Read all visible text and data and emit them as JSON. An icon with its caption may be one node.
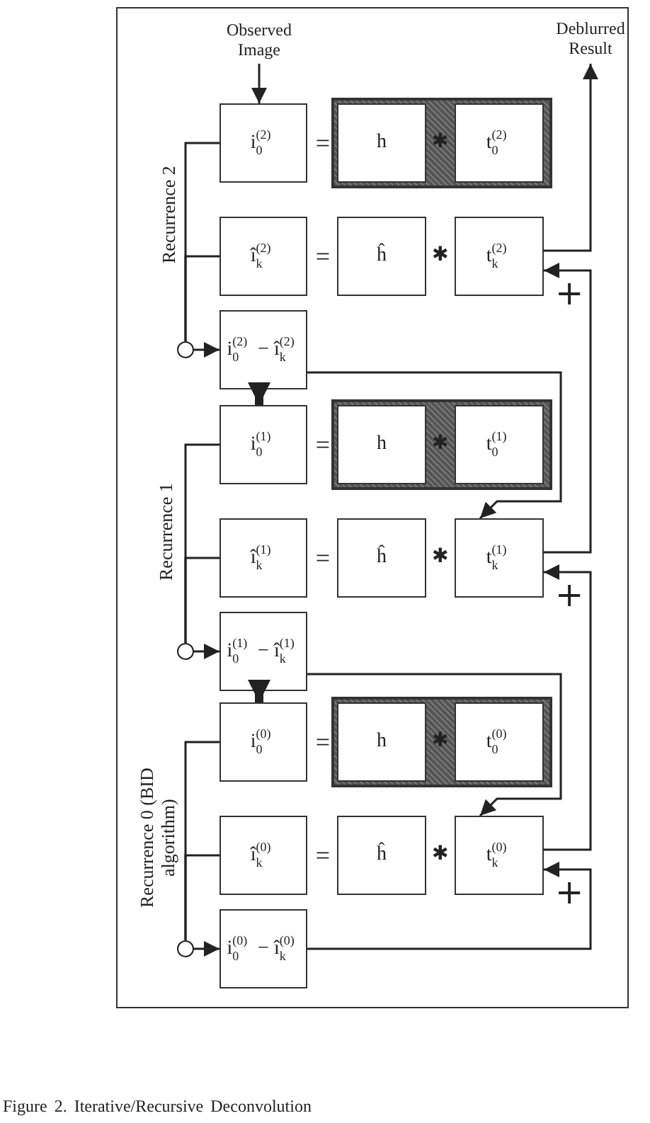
{
  "diagram": {
    "caption": "Figure 2. Iterative/Recursive Deconvolution",
    "nodes": [
      {
        "text": [
          "Observed Image"
        ]
      },
      {
        "text": [
          "Deblurred Result"
        ]
      },
      {
        "text": [],
        "shape": "box"
      },
      {
        "text": [
          "i$^{(2)}$$_{0}$"
        ]
      },
      {
        "text": [
          "h"
        ],
        "in": 2
      },
      {
        "text": [
          "t$^{(2)}$$_{0}$"
        ],
        "in": 2
      },
      {
        "text": [
          "î$^{(2)}$$_{k}$"
        ]
      },
      {
        "text": [
          "ĥ"
        ]
      },
      {
        "text": [
          "t$^{(2)}$$_{k}$"
        ]
      },
      {
        "text": [],
        "shape": "circle"
      },
      {
        "text": [
          "i$^{(2)}$$_{0}$ − î$^{(2)}$$_{k}$"
        ]
      },
      {
        "text": [],
        "shape": "box"
      },
      {
        "text": [
          "i$^{(1)}$$_{0}$"
        ]
      },
      {
        "text": [
          "h"
        ],
        "in": 11
      },
      {
        "text": [
          "t$^{(1)}$$_{0}$"
        ],
        "in": 11
      },
      {
        "text": [
          "î$^{(1)}$$_{k}$"
        ]
      },
      {
        "text": [
          "ĥ"
        ]
      },
      {
        "text": [
          "t$^{(1)}$$_{k}$"
        ]
      },
      {
        "text": [],
        "shape": "circle"
      },
      {
        "text": [
          "i$^{(1)}$$_{0}$ − î$^{(1)}$$_{k}$"
        ]
      },
      {
        "text": [],
        "shape": "box"
      },
      {
        "text": [
          "i$^{(0)}$$_{0}$"
        ]
      },
      {
        "text": [
          "h"
        ],
        "in": 20
      },
      {
        "text": [
          "t$^{(0)}$$_{0}$"
        ],
        "in": 20
      },
      {
        "text": [
          "î$^{(0)}$$_{k}$"
        ]
      },
      {
        "text": [
          "ĥ"
        ]
      },
      {
        "text": [
          "t$^{(0)}$$_{k}$"
        ]
      },
      {
        "text": [],
        "shape": "circle"
      },
      {
        "text": [
          "i$^{(0)}$$_{0}$ − î$^{(0)}$$_{k}$"
        ]
      }
    ],
    "edges": [
      {
        "from": 0,
        "to": 3,
        "arrow": "to"
      },
      {
        "from": 8,
        "to": 1,
        "arrow": "to"
      },
      {
        "from": 3,
        "to": 9,
        "arrow": "none"
      },
      {
        "from": 6,
        "to": 9,
        "arrow": "none"
      },
      {
        "from": 9,
        "to": 10,
        "arrow": "to"
      },
      {
        "from": 10,
        "to": 12,
        "arrow": "to",
        "style": "thick"
      },
      {
        "from": 10,
        "to": 17,
        "arrow": "to"
      },
      {
        "from": 17,
        "to": 8,
        "arrow": "to"
      },
      {
        "from": 12,
        "to": 18,
        "arrow": "none"
      },
      {
        "from": 15,
        "to": 18,
        "arrow": "none"
      },
      {
        "from": 18,
        "to": 19,
        "arrow": "to"
      },
      {
        "from": 19,
        "to": 21,
        "arrow": "to",
        "style": "thick"
      },
      {
        "from": 19,
        "to": 26,
        "arrow": "to"
      },
      {
        "from": 26,
        "to": 17,
        "arrow": "to"
      },
      {
        "from": 21,
        "to": 27,
        "arrow": "none"
      },
      {
        "from": 24,
        "to": 27,
        "arrow": "none"
      },
      {
        "from": 27,
        "to": 28,
        "arrow": "to"
      },
      {
        "from": 28,
        "to": 26,
        "arrow": "to"
      }
    ],
    "labels": [
      "Recurrence 2",
      "=",
      "✱",
      "=",
      "✱",
      "+",
      "Recurrence 1",
      "=",
      "✱",
      "=",
      "✱",
      "+",
      "Recurrence 0 (BID algorithm)",
      "=",
      "✱",
      "=",
      "✱",
      "+"
    ]
  }
}
